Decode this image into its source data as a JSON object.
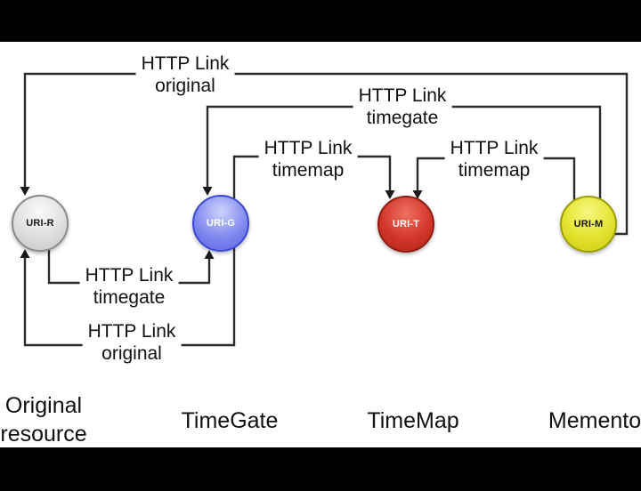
{
  "nodes": [
    {
      "id": "uri-r",
      "label": "URI-R",
      "entity": "Original resource",
      "fill": "#d9d9d9",
      "border": "#8a8a8a",
      "text_color": "#1a1a1a"
    },
    {
      "id": "uri-g",
      "label": "URI-G",
      "entity": "TimeGate",
      "fill": "#7d86ef",
      "border": "#3c48d4",
      "text_color": "#ffffff"
    },
    {
      "id": "uri-t",
      "label": "URI-T",
      "entity": "TimeMap",
      "fill": "#d23529",
      "border": "#8f1d12",
      "text_color": "#ffffff"
    },
    {
      "id": "uri-m",
      "label": "URI-M",
      "entity": "Memento",
      "fill": "#e3e32f",
      "border": "#9b9d04",
      "text_color": "#151508"
    }
  ],
  "links": [
    {
      "line1": "HTTP Link",
      "line2": "original",
      "from": "URI-M",
      "to": "URI-R"
    },
    {
      "line1": "HTTP Link",
      "line2": "timegate",
      "from": "URI-M",
      "to": "URI-G"
    },
    {
      "line1": "HTTP Link",
      "line2": "timemap",
      "from": "URI-G",
      "to": "URI-T"
    },
    {
      "line1": "HTTP Link",
      "line2": "timemap",
      "from": "URI-M",
      "to": "URI-T"
    },
    {
      "line1": "HTTP Link",
      "line2": "timegate",
      "from": "URI-R",
      "to": "URI-G"
    },
    {
      "line1": "HTTP Link",
      "line2": "original",
      "from": "URI-G",
      "to": "URI-R"
    }
  ],
  "entity_labels": [
    {
      "line1": "Original",
      "line2": "resource"
    },
    {
      "line1": "TimeGate"
    },
    {
      "line1": "TimeMap"
    },
    {
      "line1": "Memento"
    }
  ],
  "colors": {
    "line": "#2b2b2b",
    "background": "#ffffff",
    "letterbox": "#000000"
  }
}
